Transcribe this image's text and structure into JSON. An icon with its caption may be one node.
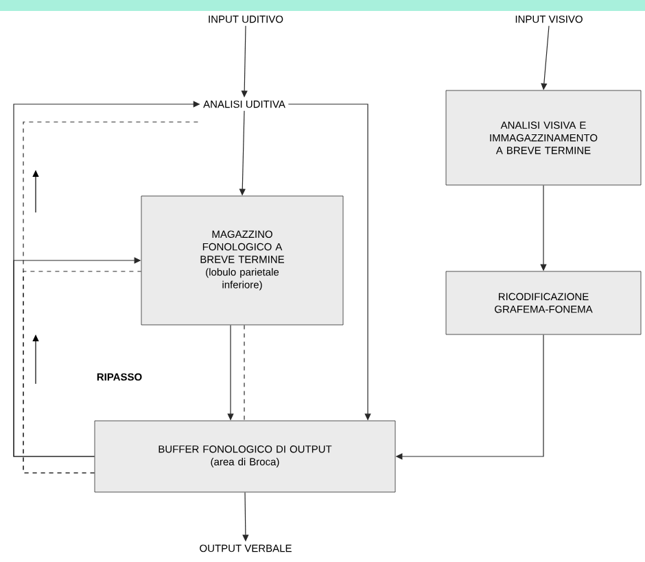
{
  "diagram": {
    "nodes": [
      {
        "text": [
          "INPUT UDITIVO"
        ]
      },
      {
        "text": [
          "ANALISI UDITIVA"
        ]
      },
      {
        "text": [
          "MAGAZZINO FONOLOGICO A BREVE TERMINE",
          "(lobulo parietale inferiore)"
        ]
      },
      {
        "text": [
          "BUFFER FONOLOGICO DI OUTPUT",
          "(area di Broca)"
        ]
      },
      {
        "text": [
          "OUTPUT VERBALE"
        ]
      },
      {
        "text": [
          "INPUT VISIVO"
        ]
      },
      {
        "text": [
          "ANALISI VISIVA E IMMAGAZZINAMENTO A BREVE TERMINE"
        ]
      },
      {
        "text": [
          "RICODIFICAZIONE GRAFEMA-FONEMA"
        ]
      }
    ],
    "edges": [
      {
        "from": 0,
        "to": 1,
        "arrow": "to"
      },
      {
        "from": 1,
        "to": 2,
        "arrow": "to"
      },
      {
        "from": 2,
        "to": 3,
        "arrow": "to"
      },
      {
        "from": 1,
        "to": 3,
        "arrow": "to"
      },
      {
        "from": 3,
        "to": 1,
        "arrow": "to"
      },
      {
        "from": 3,
        "to": 2,
        "arrow": "to"
      },
      {
        "from": 2,
        "to": 3,
        "arrow": "none",
        "style": "dashed"
      },
      {
        "from": 3,
        "to": 2,
        "arrow": "none",
        "style": "dashed"
      },
      {
        "from": 3,
        "to": 1,
        "arrow": "none",
        "style": "dashed"
      },
      {
        "from": 5,
        "to": 6,
        "arrow": "to"
      },
      {
        "from": 6,
        "to": 7,
        "arrow": "to"
      },
      {
        "from": 7,
        "to": 3,
        "arrow": "to"
      },
      {
        "from": 3,
        "to": 4,
        "arrow": "to"
      }
    ],
    "labels": [
      "RIPASSO"
    ]
  }
}
